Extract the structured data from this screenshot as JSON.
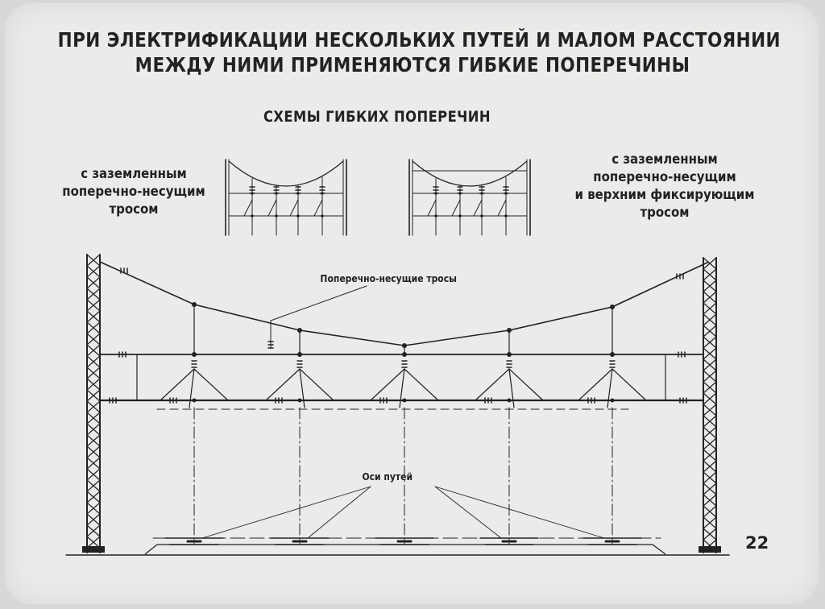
{
  "title": {
    "line1": "ПРИ ЭЛЕКТРИФИКАЦИИ  НЕСКОЛЬКИХ ПУТЕЙ И МАЛОМ РАССТОЯНИИ",
    "line2": "МЕЖДУ НИМИ ПРИМЕНЯЮТСЯ ГИБКИЕ ПОПЕРЕЧИНЫ"
  },
  "subtitle": "СХЕМЫ ГИБКИХ ПОПЕРЕЧИН",
  "left_caption": {
    "line1": "с заземленным",
    "line2": "поперечно-несущим",
    "line3": "тросом"
  },
  "right_caption": {
    "line1": "с заземленным",
    "line2": "поперечно-несущим",
    "line3": "и верхним фиксирующим",
    "line4": "тросом"
  },
  "labels": {
    "cross_cables": "Поперечно-несущие тросы",
    "track_axes": "Оси путей"
  },
  "page_number": "22",
  "colors": {
    "ink": "#222222",
    "paper": "#ecebe9"
  }
}
